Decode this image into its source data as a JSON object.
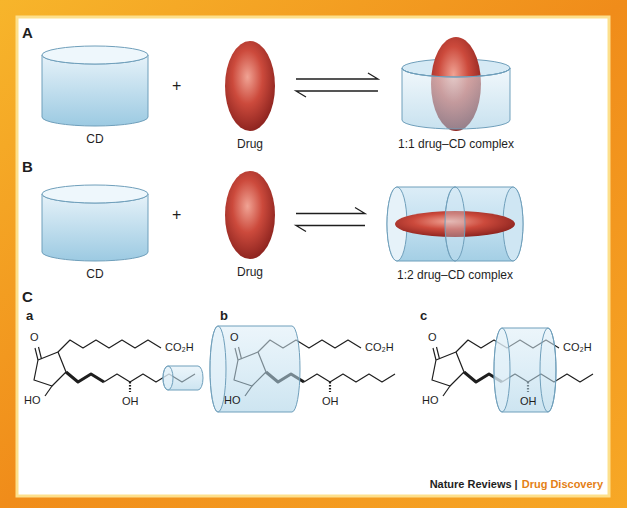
{
  "diagram": {
    "nodes": [
      {
        "text": [
          "CD"
        ]
      },
      {
        "text": [
          "Drug"
        ]
      },
      {
        "text": [
          "1:1 drug–CD complex"
        ]
      },
      {
        "text": [
          "CD"
        ]
      },
      {
        "text": [
          "Drug"
        ]
      },
      {
        "text": [
          "1:2 drug–CD complex"
        ]
      }
    ],
    "edges": [
      {
        "from": 1,
        "to": 2,
        "arrow": "both"
      },
      {
        "from": 4,
        "to": 5,
        "arrow": "both"
      }
    ],
    "labels": [
      "A",
      "+",
      "B",
      "+",
      "C",
      "a",
      "b",
      "c",
      "O",
      "CO₂H",
      "HO",
      "OH",
      "O",
      "CO₂H",
      "HO",
      "OH",
      "O",
      "CO₂H",
      "HO",
      "OH",
      "Nature Reviews |",
      "Drug Discovery"
    ]
  }
}
